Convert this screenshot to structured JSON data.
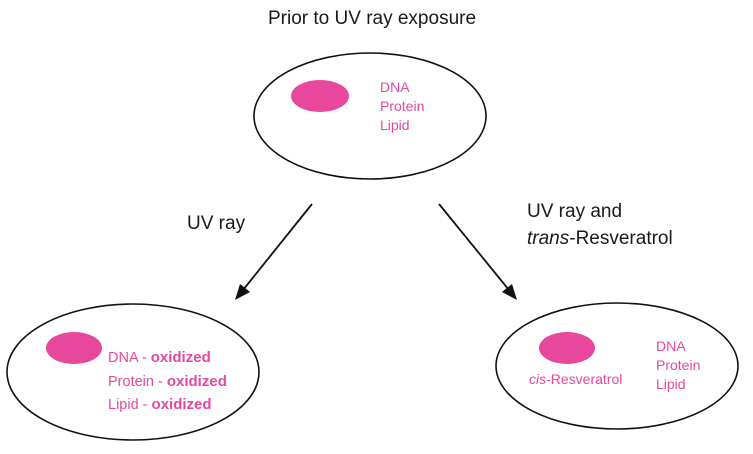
{
  "title": "Prior to UV ray exposure",
  "colors": {
    "accent": "#e8479e",
    "line": "#111111",
    "text": "#1a1a1a"
  },
  "top_cell": {
    "labels": [
      "DNA",
      "Protein",
      "Lipid"
    ]
  },
  "arrow_left": {
    "label": "UV ray"
  },
  "arrow_right": {
    "label_line1": "UV ray and",
    "label_line2_italic": "trans",
    "label_line2_rest": "-Resveratrol"
  },
  "left_cell": {
    "rows": [
      {
        "name": "DNA",
        "sep": " - ",
        "state": "oxidized"
      },
      {
        "name": "Protein",
        "sep": " - ",
        "state": "oxidized"
      },
      {
        "name": "Lipid",
        "sep": " - ",
        "state": "oxidized"
      }
    ]
  },
  "right_cell": {
    "cis_italic": "cis",
    "cis_rest": "-Resveratrol",
    "labels": [
      "DNA",
      "Protein",
      "Lipid"
    ]
  }
}
